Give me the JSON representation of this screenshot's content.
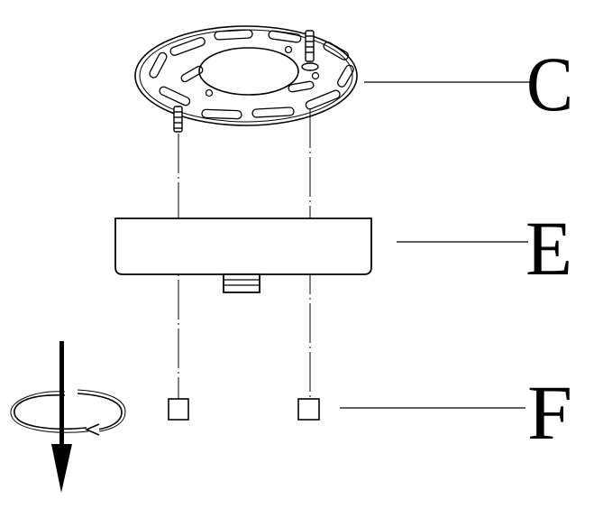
{
  "diagram": {
    "labels": {
      "c": "C",
      "e": "E",
      "f": "F"
    },
    "colors": {
      "stroke": "#000000",
      "background": "#ffffff"
    },
    "icons": [
      "rotate-icon",
      "down-arrow-icon",
      "screw-icon"
    ]
  }
}
